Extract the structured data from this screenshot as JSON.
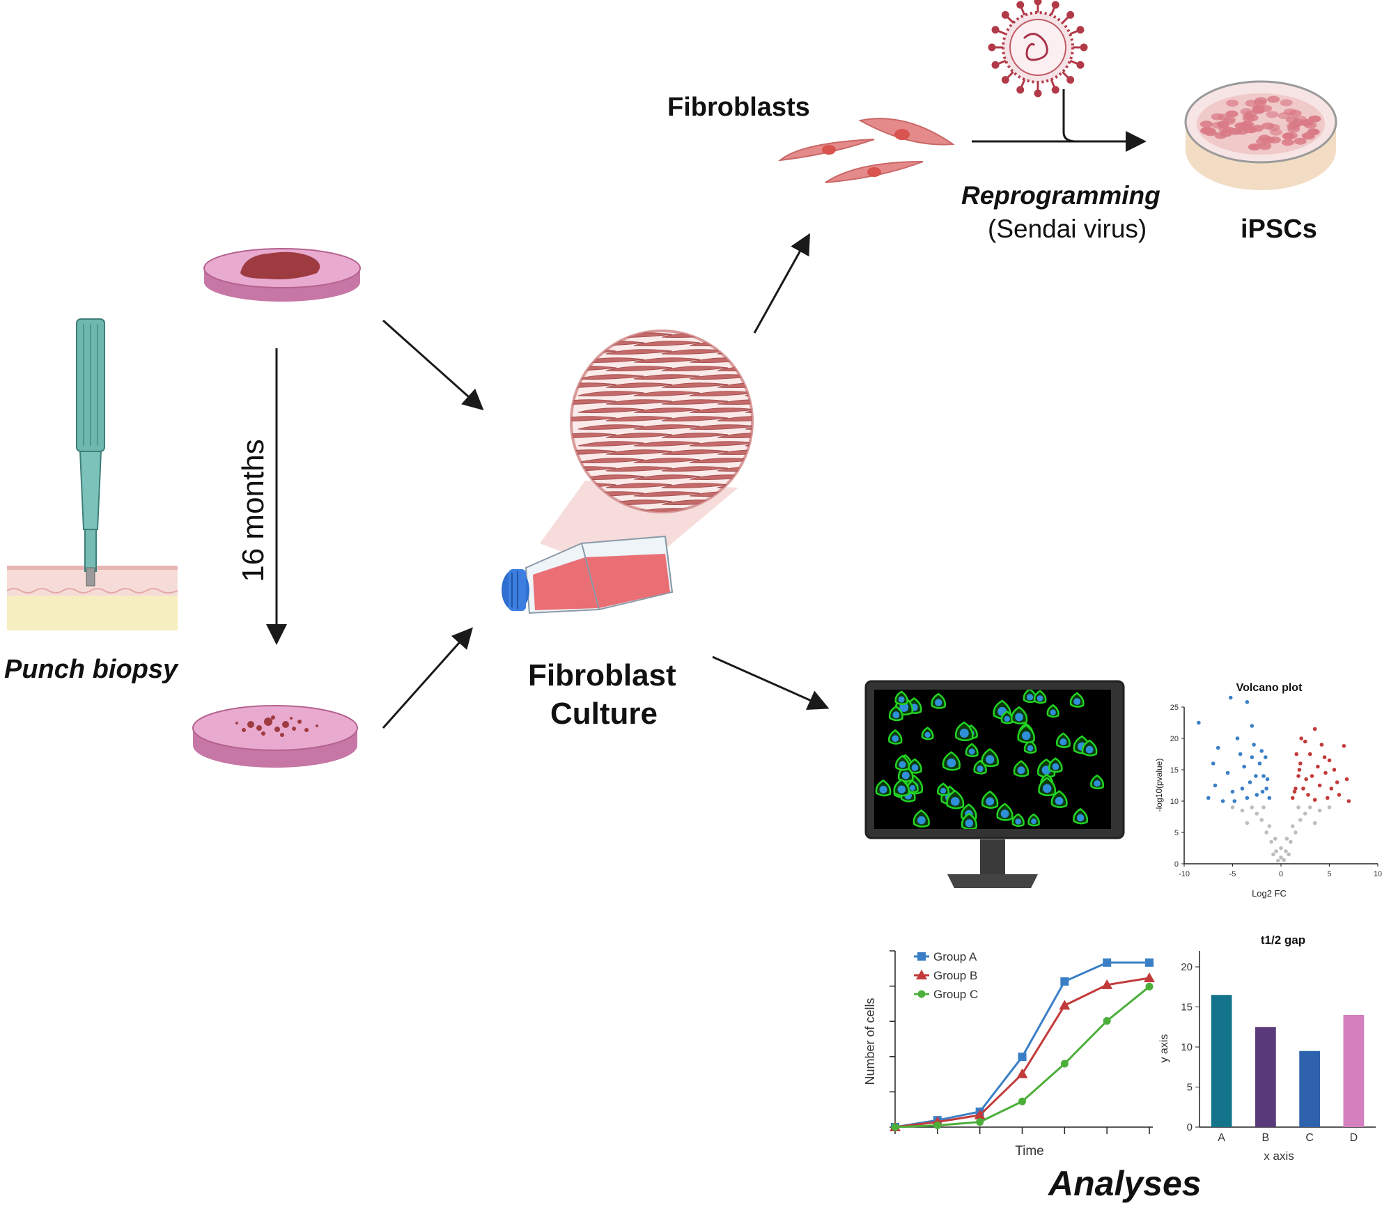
{
  "labels": {
    "punch_biopsy": "Punch biopsy",
    "months": "16 months",
    "fibroblasts": "Fibroblasts",
    "reprogramming": "Reprogramming",
    "sendai": "(Sendai virus)",
    "ipscs": "iPSCs",
    "fibroblast_culture_line1": "Fibroblast",
    "fibroblast_culture_line2": "Culture",
    "analyses": "Analyses"
  },
  "colors": {
    "arrow": "#1a1a1a",
    "tissue_dish": "#e7a6c8",
    "tissue": "#9e3b40",
    "fibroblast_cell": "#e58a8a",
    "flask_medium": "#e55d64",
    "flask_cap": "#2e6fd0",
    "virus": "#b23a48",
    "cell_green": "#22d422",
    "cell_blue": "#2f8fd9",
    "volcano_down": "#3a7fc6",
    "volcano_up": "#c33a3a",
    "volcano_ns": "#bdbdbd"
  },
  "chart_data": [
    {
      "type": "scatter",
      "title": "Volcano plot",
      "xlabel": "Log2 FC",
      "ylabel": "-log10(pvalue)",
      "xlim": [
        -10,
        10
      ],
      "ylim": [
        0,
        25
      ],
      "xticks": [
        -10,
        -5,
        0,
        5,
        10
      ],
      "yticks": [
        0,
        5,
        10,
        15,
        20,
        25
      ],
      "series": [
        {
          "group": "down",
          "color": "#3a7fc6",
          "points": [
            [
              -8.5,
              22.5
            ],
            [
              -5.2,
              26.5
            ],
            [
              -3.5,
              25.8
            ],
            [
              -6.5,
              18.5
            ],
            [
              -7,
              16
            ],
            [
              -4.5,
              20
            ],
            [
              -3,
              22
            ],
            [
              -2.8,
              19
            ],
            [
              -2.2,
              16
            ],
            [
              -1.8,
              14
            ],
            [
              -5.5,
              14.5
            ],
            [
              -6.8,
              12.5
            ],
            [
              -4,
              12
            ],
            [
              -3.2,
              13
            ],
            [
              -2.5,
              11
            ],
            [
              -1.5,
              12
            ],
            [
              -1.2,
              10.5
            ],
            [
              -4.8,
              10
            ],
            [
              -6,
              10
            ],
            [
              -3.8,
              15.5
            ],
            [
              -2,
              18
            ],
            [
              -1.6,
              17
            ],
            [
              -7.5,
              10.5
            ],
            [
              -5,
              11.5
            ],
            [
              -3.5,
              10.5
            ],
            [
              -2.6,
              14
            ],
            [
              -1.9,
              11.5
            ],
            [
              -4.2,
              17.5
            ],
            [
              -3,
              17
            ],
            [
              -1.4,
              13.5
            ]
          ]
        },
        {
          "group": "up",
          "color": "#c33a3a",
          "points": [
            [
              6.5,
              18.8
            ],
            [
              3.5,
              21.5
            ],
            [
              2.5,
              19.5
            ],
            [
              4.5,
              17
            ],
            [
              5.5,
              15
            ],
            [
              3,
              17.5
            ],
            [
              2,
              16
            ],
            [
              1.8,
              14
            ],
            [
              1.5,
              12
            ],
            [
              1.2,
              10.5
            ],
            [
              4,
              12.5
            ],
            [
              6,
              11
            ],
            [
              7,
              10
            ],
            [
              3.2,
              14
            ],
            [
              2.3,
              12
            ],
            [
              4.8,
              10.5
            ],
            [
              5.8,
              13
            ],
            [
              2.8,
              11
            ],
            [
              3.8,
              15.5
            ],
            [
              1.6,
              17.5
            ],
            [
              2.1,
              20
            ],
            [
              4.2,
              19
            ],
            [
              5.2,
              12
            ],
            [
              6.8,
              13.5
            ],
            [
              1.4,
              11.5
            ],
            [
              3.5,
              10.2
            ],
            [
              2.6,
              13.5
            ],
            [
              4.6,
              14.5
            ],
            [
              1.9,
              15
            ],
            [
              5,
              16.5
            ]
          ]
        },
        {
          "group": "ns",
          "color": "#bdbdbd",
          "points": [
            [
              0,
              1
            ],
            [
              -0.5,
              2
            ],
            [
              0.5,
              2
            ],
            [
              -1,
              3.5
            ],
            [
              1,
              3.5
            ],
            [
              -1.5,
              5
            ],
            [
              1.5,
              5
            ],
            [
              -2,
              7
            ],
            [
              2,
              7
            ],
            [
              -0.3,
              0.5
            ],
            [
              0.3,
              0.6
            ],
            [
              -0.8,
              1.5
            ],
            [
              0.8,
              1.5
            ],
            [
              -2.5,
              8
            ],
            [
              2.5,
              8
            ],
            [
              -1.2,
              6
            ],
            [
              1.2,
              6
            ],
            [
              -3,
              9
            ],
            [
              3,
              9
            ],
            [
              -0.6,
              4
            ],
            [
              0.6,
              4
            ],
            [
              -4,
              8.5
            ],
            [
              4,
              8.5
            ],
            [
              -1.8,
              9
            ],
            [
              1.8,
              9
            ],
            [
              0,
              2.5
            ],
            [
              -5,
              9
            ],
            [
              5,
              9
            ],
            [
              -3.5,
              6.5
            ],
            [
              3.5,
              6.5
            ]
          ]
        }
      ]
    },
    {
      "type": "line",
      "xlabel": "Time",
      "ylabel": "Number of cells",
      "ylim": [
        0,
        1
      ],
      "x": [
        0,
        1,
        2,
        3,
        4,
        5,
        6
      ],
      "legend": "top-left",
      "series": [
        {
          "name": "Group A",
          "color": "#3a7fc6",
          "marker": "square",
          "values": [
            0.0,
            0.04,
            0.09,
            0.41,
            0.85,
            0.96,
            0.96
          ]
        },
        {
          "name": "Group B",
          "color": "#c33a3a",
          "marker": "triangle",
          "values": [
            0.0,
            0.03,
            0.07,
            0.31,
            0.71,
            0.83,
            0.87
          ]
        },
        {
          "name": "Group C",
          "color": "#4caf3a",
          "marker": "circle",
          "values": [
            0.0,
            0.01,
            0.03,
            0.15,
            0.37,
            0.62,
            0.82
          ]
        }
      ]
    },
    {
      "type": "bar",
      "title": "t1/2 gap",
      "xlabel": "x axis",
      "ylabel": "y axis",
      "ylim": [
        0,
        22
      ],
      "yticks": [
        0,
        5,
        10,
        15,
        20
      ],
      "categories": [
        "A",
        "B",
        "C",
        "D"
      ],
      "values": [
        16.5,
        12.5,
        9.5,
        14
      ],
      "colors": [
        "#13738a",
        "#5a3a7a",
        "#2e62ad",
        "#d47fbe"
      ]
    }
  ]
}
